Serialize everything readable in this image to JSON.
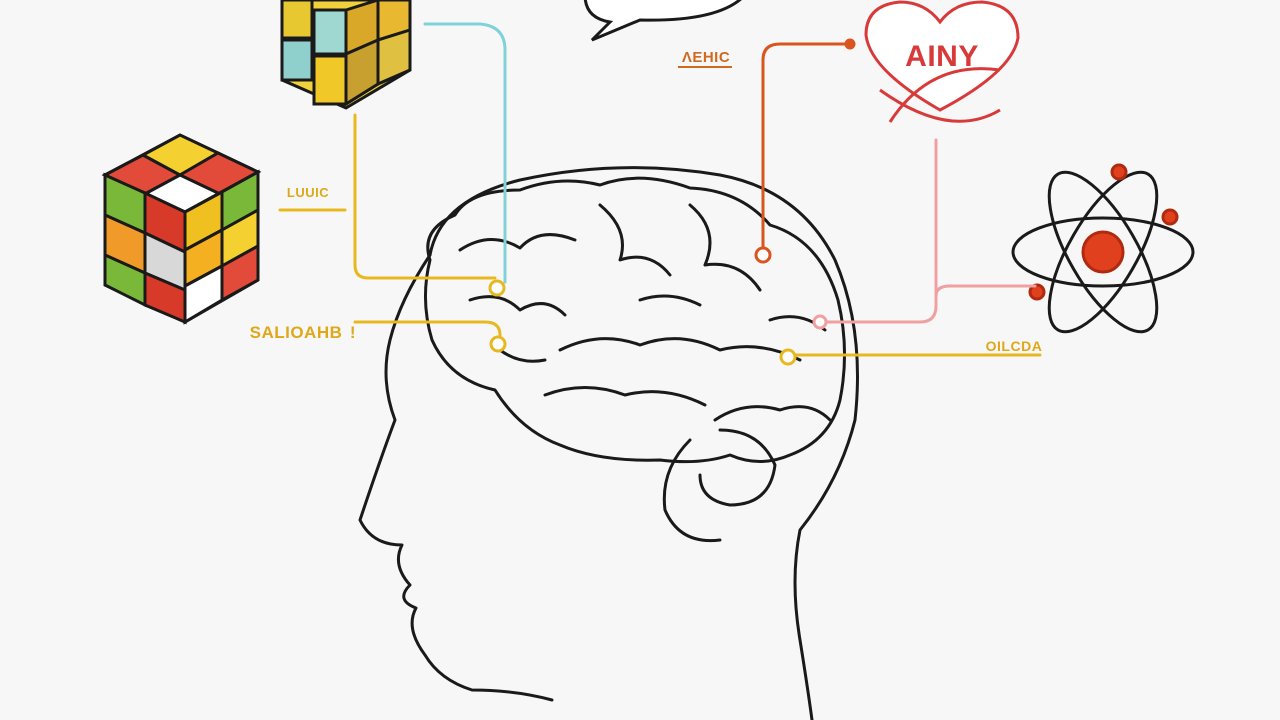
{
  "labels": {
    "top_center": "ΛEHIC",
    "heart_word": "AINY",
    "left_upper": "LUUIC",
    "left_lower": "SALIOAHB",
    "left_lower_mark": "!",
    "right": "OILCDA"
  },
  "colors": {
    "background": "#f7f7f7",
    "outline": "#1a1a1a",
    "line_yellow": "#e8b820",
    "line_cyan": "#7fd3d8",
    "line_orange": "#d9541e",
    "line_pink": "#f0a0a0",
    "heart": "#d83a3a",
    "atom_nucleus": "#e0401e",
    "label_orange": "#d06a20",
    "label_yellow": "#e0a818"
  },
  "icons": [
    "rubiks-cube-icon",
    "heart-icon",
    "atom-icon",
    "speech-bubble-icon",
    "head-brain-icon"
  ]
}
